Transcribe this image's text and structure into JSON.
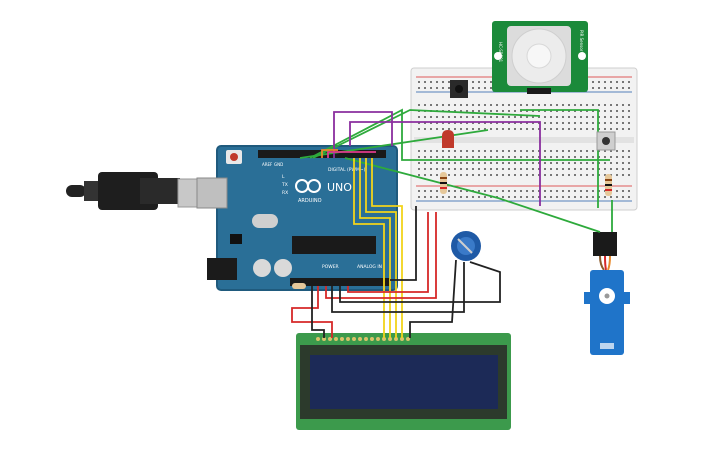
{
  "arduino": {
    "brand": "ARDUINO",
    "model": "UNO",
    "digital_label": "DIGITAL (PWM~)",
    "power_label": "POWER",
    "analog_label": "ANALOG IN",
    "tx_label": "TX",
    "rx_label": "RX",
    "l_label": "L",
    "aref_label": "AREF",
    "gnd_label": "GND",
    "colors": {
      "board": "#2a6f97",
      "board_edge": "#1f5a7d"
    }
  },
  "pir_sensor": {
    "left_text": "HC-SR501",
    "right_text": "PIR Sensor",
    "colors": {
      "pcb": "#1b8a3a",
      "dome": "#e8e8e8"
    }
  },
  "lcd": {
    "colors": {
      "pcb": "#3c9a4c",
      "screen": "#1c2a57"
    }
  },
  "breadboard": {
    "colors": {
      "body": "#f2f2f2",
      "hole": "#777777"
    }
  },
  "servo": {
    "colors": {
      "body": "#1f74c9",
      "horn": "#ffffff"
    }
  },
  "wire_colors": {
    "green": "#2eaa3c",
    "purple": "#8a2e9e",
    "red": "#d62828",
    "black": "#222222",
    "yellow": "#f2d41b",
    "orange": "#e8892b",
    "pink": "#e03b8b"
  },
  "led": {
    "color": "#c0392b"
  }
}
